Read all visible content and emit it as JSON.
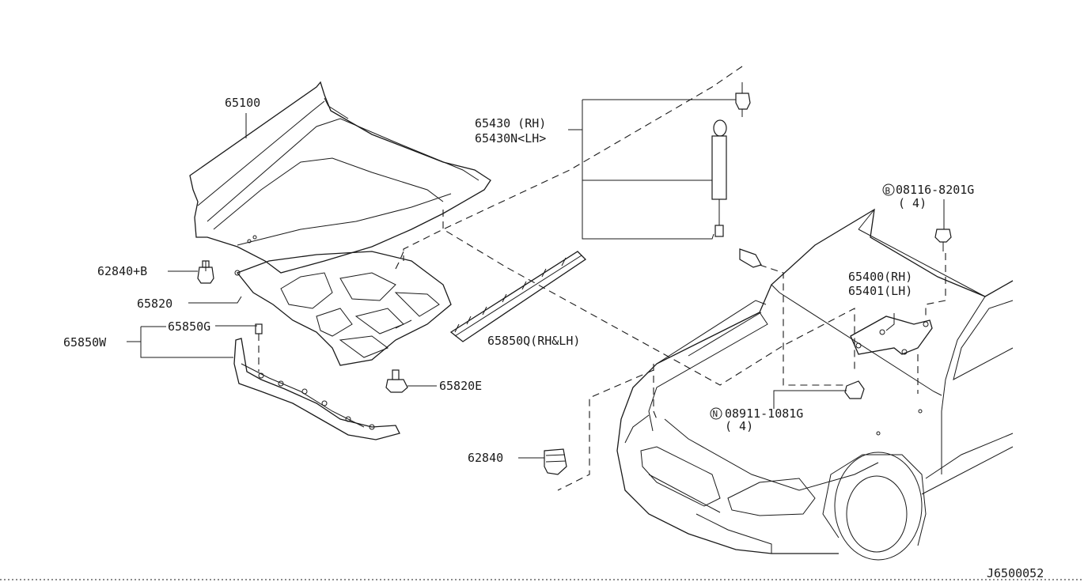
{
  "diagram_id": "J6500052",
  "callouts": {
    "hood": "65100",
    "stay_rh": "65430 (RH)",
    "stay_lh": "65430N<LH>",
    "bolt": "08116-8201G",
    "bolt_qty": "( 4)",
    "bolt_prefix": "B",
    "bumper_b": "62840+B",
    "insulator_clip": "65820",
    "hinge_rh": "65400(RH)",
    "hinge_lh": "65401(LH)",
    "seal_g": "65850G",
    "seal_w": "65850W",
    "seal_q": "65850Q(RH&LH)",
    "clip_e": "65820E",
    "nut": "08911-1081G",
    "nut_qty": "( 4)",
    "nut_prefix": "N",
    "bumper": "62840"
  }
}
